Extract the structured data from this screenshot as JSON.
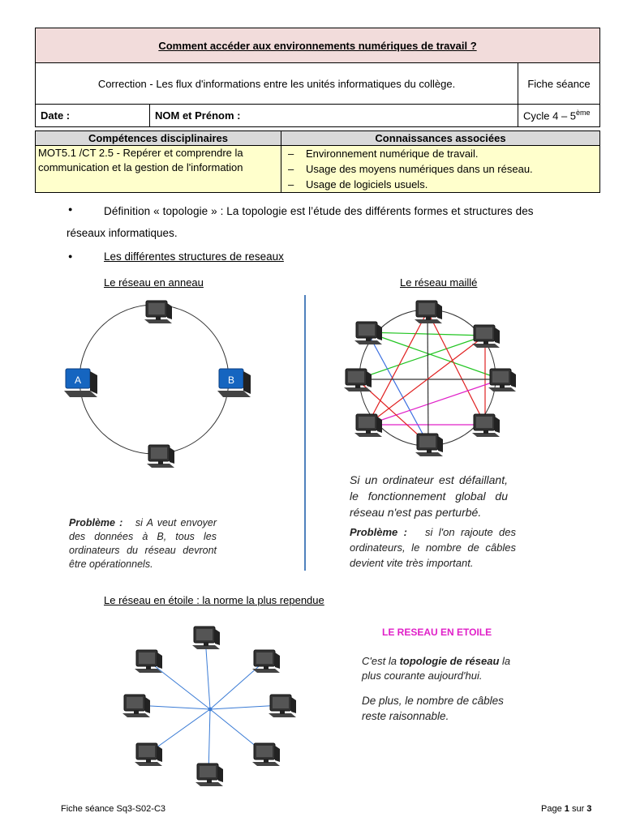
{
  "header": {
    "title": "Comment accéder aux environnements numériques de travail ?",
    "subtitle": "Correction - Les flux d'informations entre les unités informatiques du collège.",
    "fiche_label": "Fiche séance",
    "date_label": "Date :",
    "nom_label": "NOM et Prénom :",
    "cycle_label": "Cycle 4 – 5",
    "cycle_sup": "ème"
  },
  "competences": {
    "heading": "Compétences disciplinaires",
    "text": "MOT5.1 /CT 2.5 - Repérer et comprendre la communication et la gestion de l'information"
  },
  "connaissances": {
    "heading": "Connaissances associées",
    "items": [
      "Environnement numérique de travail.",
      "Usage des moyens numériques dans un réseau.",
      "Usage de logiciels usuels."
    ]
  },
  "definition": {
    "bullet": "●",
    "line1": "Définition « topologie » : La topologie est l’étude des différents formes et structures des",
    "line2": "réseaux informatiques."
  },
  "structures_heading": "Les différentes structures de reseaux",
  "anneau": {
    "title": "Le réseau en anneau",
    "label_a": "A",
    "label_b": "B",
    "probleme_label": "Problème :",
    "probleme_text": "si A veut envoyer des données à B, tous les ordinateurs du réseau devront être opérationnels."
  },
  "maille": {
    "title": "Le réseau maillé",
    "note": "Si un ordinateur est défaillant, le fonctionnement global du réseau n'est pas perturbé.",
    "probleme_label": "Problème :",
    "probleme_text": "si l'on rajoute des ordinateurs, le nombre de câbles devient vite très important."
  },
  "etoile": {
    "title": "Le réseau en étoile : la norme la plus rependue",
    "box_title": "LE RESEAU EN ETOILE",
    "text1_pre": "C'est la",
    "text1_bold": "topologie de réseau",
    "text1_post": "la plus courante aujourd'hui.",
    "text2": "De plus, le nombre de câbles reste raisonnable."
  },
  "footer": {
    "left": "Fiche séance Sq3-S02-C3",
    "page_pre": "Page",
    "page_num": "1",
    "page_mid": "sur",
    "page_total": "3"
  },
  "colors": {
    "title_bg": "#f2dcdb",
    "section_bg": "#d9d9d9",
    "comp_bg": "#ffffcc",
    "divider": "#4f81bd",
    "star_lines": "#3a7bd5",
    "etoile_title": "#e020c8"
  }
}
